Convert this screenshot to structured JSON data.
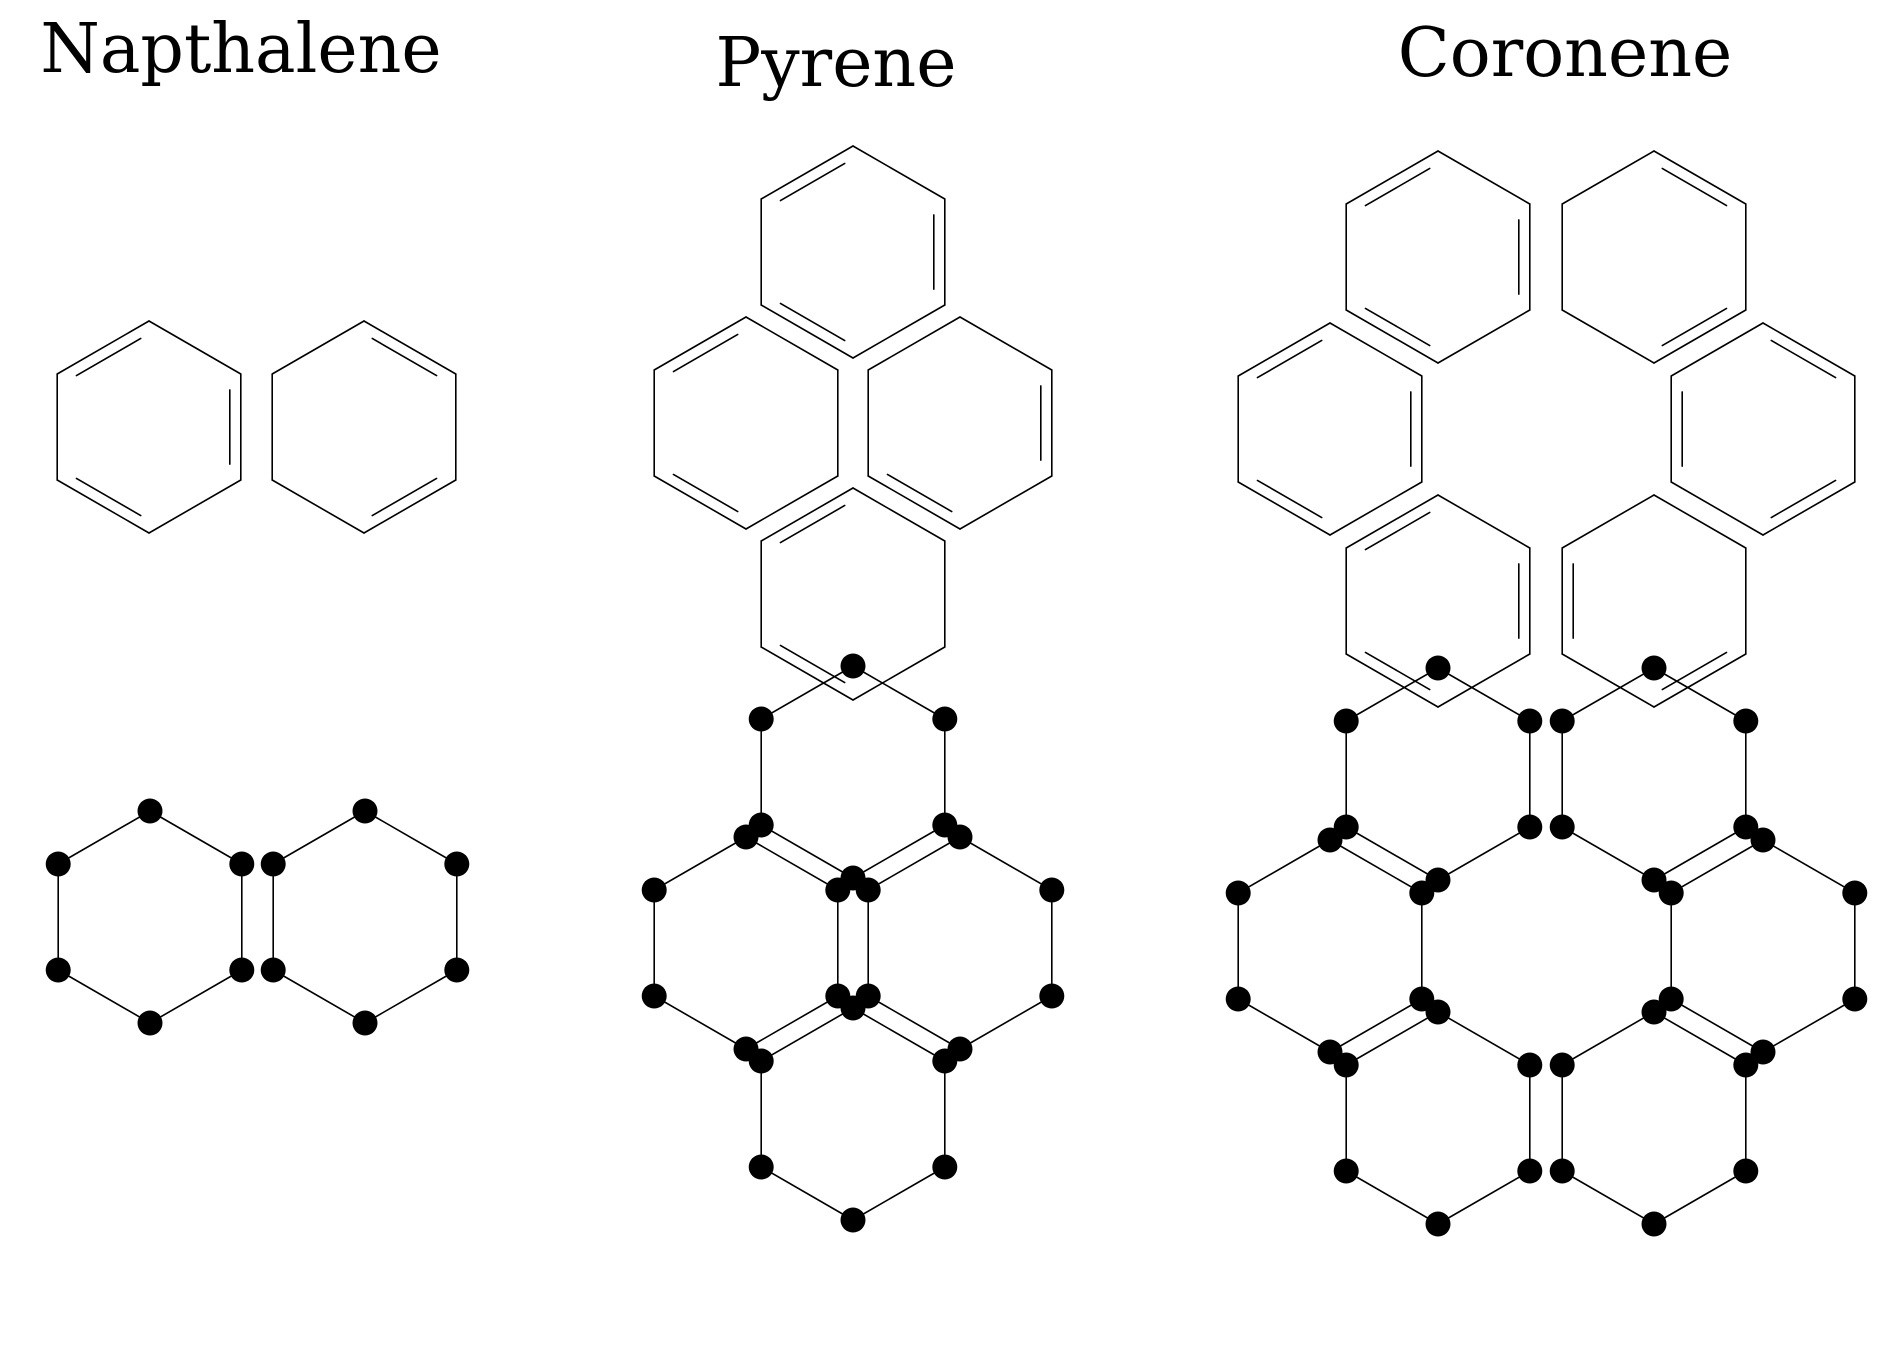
{
  "molecules": [
    {
      "name": "Napthalene"
    },
    {
      "name": "Pyrene"
    },
    {
      "name": "Coronene"
    }
  ],
  "colors": {
    "line": "#000000",
    "node": "#000000",
    "background": "#ffffff"
  }
}
